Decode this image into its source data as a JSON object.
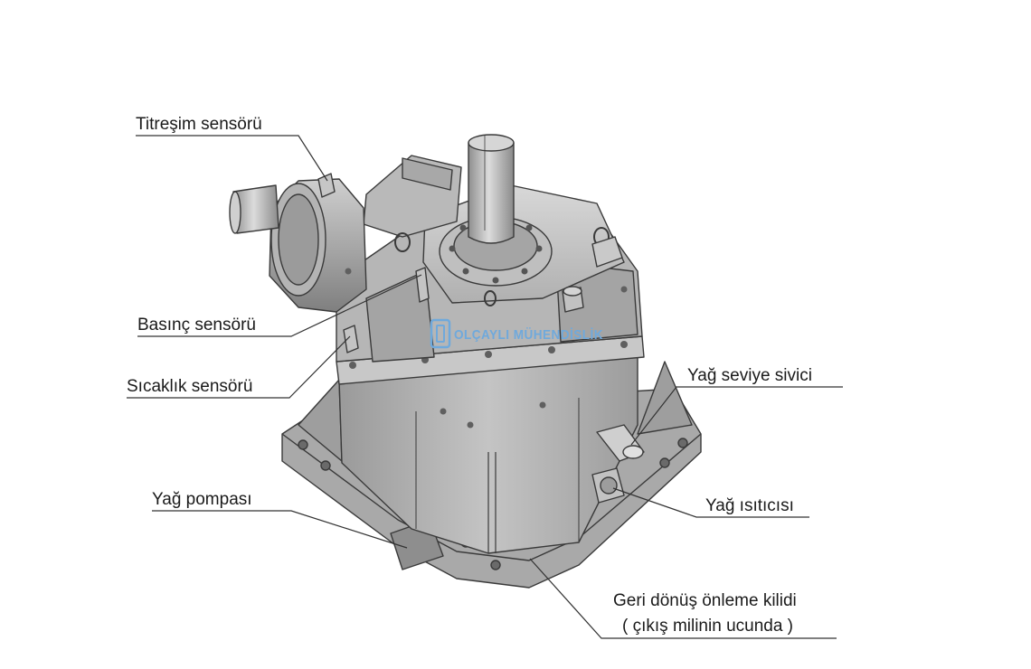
{
  "labels": {
    "vibration_sensor": "Titreşim sensörü",
    "pressure_sensor": "Basınç sensörü",
    "temperature_sensor": "Sıcaklık sensörü",
    "oil_level_gauge": "Yağ seviye sivici",
    "oil_pump": "Yağ pompası",
    "oil_heater": "Yağ ısıtıcısı",
    "backstop_line1": "Geri dönüş önleme kilidi",
    "backstop_line2": "( çıkış milinin ucunda )"
  },
  "watermark": {
    "text": "OLÇAYLI MÜHENDİSLİK"
  },
  "colors": {
    "body": "#b3b3b3",
    "body_dark": "#8a8a8a",
    "body_light": "#d4d4d4",
    "outline": "#3a3a3a",
    "leader": "#333333",
    "watermark": "#6fa9dc"
  }
}
